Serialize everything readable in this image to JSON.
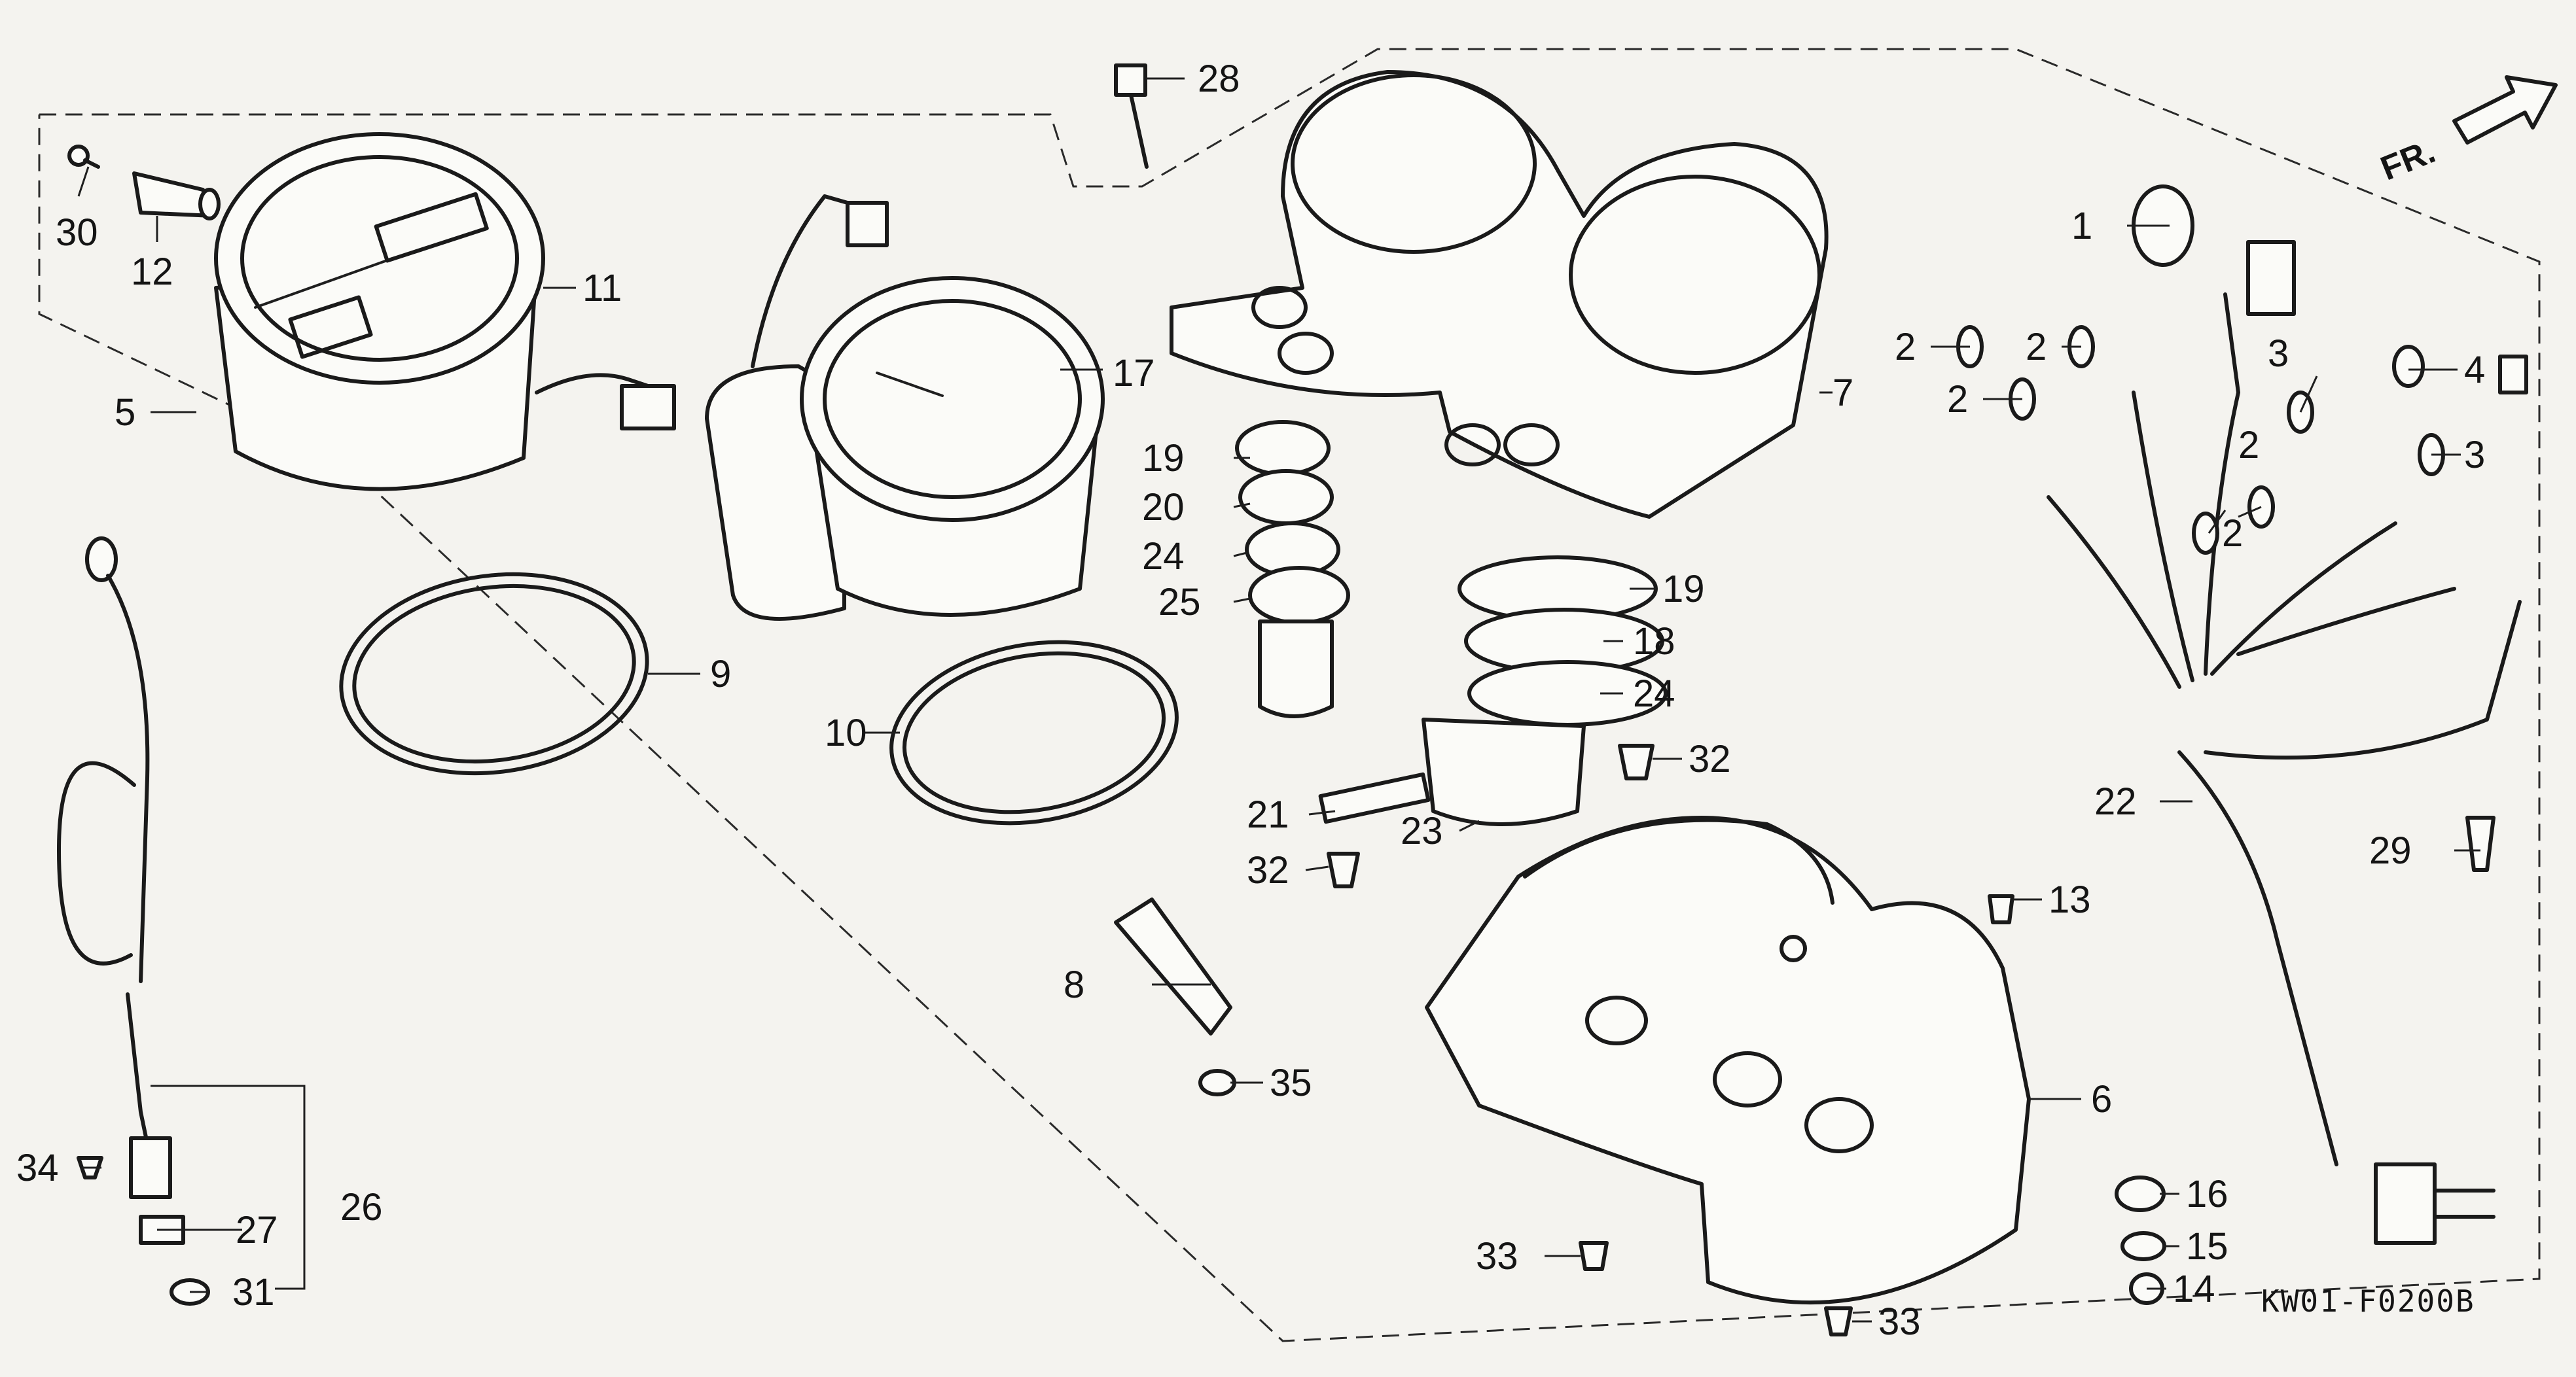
{
  "diagram": {
    "code": "KW01-F0200B",
    "direction_label": "FR.",
    "callouts": [
      {
        "key": "c1",
        "text": "1"
      },
      {
        "key": "c2a",
        "text": "2"
      },
      {
        "key": "c2b",
        "text": "2"
      },
      {
        "key": "c2c",
        "text": "2"
      },
      {
        "key": "c2d",
        "text": "2"
      },
      {
        "key": "c2e",
        "text": "2"
      },
      {
        "key": "c3a",
        "text": "3"
      },
      {
        "key": "c3b",
        "text": "3"
      },
      {
        "key": "c4",
        "text": "4"
      },
      {
        "key": "c5",
        "text": "5"
      },
      {
        "key": "c6",
        "text": "6"
      },
      {
        "key": "c7",
        "text": "7"
      },
      {
        "key": "c8",
        "text": "8"
      },
      {
        "key": "c9",
        "text": "9"
      },
      {
        "key": "c10",
        "text": "10"
      },
      {
        "key": "c11",
        "text": "11"
      },
      {
        "key": "c12",
        "text": "12"
      },
      {
        "key": "c13",
        "text": "13"
      },
      {
        "key": "c14",
        "text": "14"
      },
      {
        "key": "c15",
        "text": "15"
      },
      {
        "key": "c16",
        "text": "16"
      },
      {
        "key": "c17",
        "text": "17"
      },
      {
        "key": "c18",
        "text": "18"
      },
      {
        "key": "c19a",
        "text": "19"
      },
      {
        "key": "c19b",
        "text": "19"
      },
      {
        "key": "c20",
        "text": "20"
      },
      {
        "key": "c21",
        "text": "21"
      },
      {
        "key": "c22",
        "text": "22"
      },
      {
        "key": "c23",
        "text": "23"
      },
      {
        "key": "c24a",
        "text": "24"
      },
      {
        "key": "c24b",
        "text": "24"
      },
      {
        "key": "c25",
        "text": "25"
      },
      {
        "key": "c26",
        "text": "26"
      },
      {
        "key": "c27",
        "text": "27"
      },
      {
        "key": "c28",
        "text": "28"
      },
      {
        "key": "c29",
        "text": "29"
      },
      {
        "key": "c30",
        "text": "30"
      },
      {
        "key": "c31",
        "text": "31"
      },
      {
        "key": "c32a",
        "text": "32"
      },
      {
        "key": "c32b",
        "text": "32"
      },
      {
        "key": "c33a",
        "text": "33"
      },
      {
        "key": "c33b",
        "text": "33"
      },
      {
        "key": "c34",
        "text": "34"
      },
      {
        "key": "c35",
        "text": "35"
      }
    ]
  }
}
